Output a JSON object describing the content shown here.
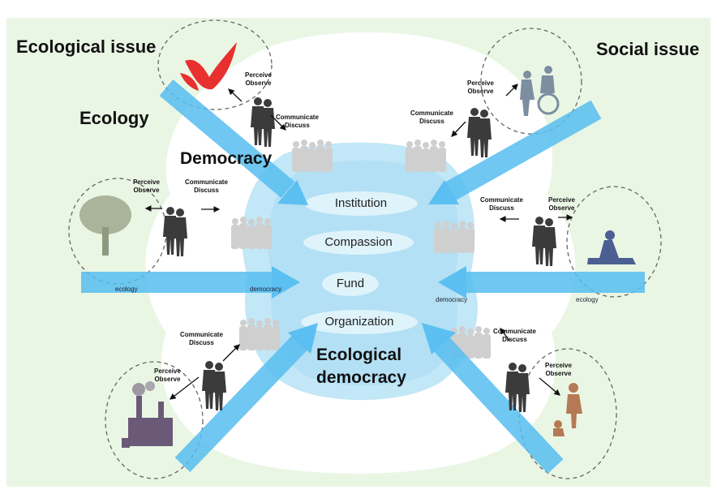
{
  "headings": {
    "ecological_issue": "Ecological issue",
    "social_issue": "Social issue",
    "ecology": "Ecology",
    "democracy": "Democracy",
    "ecological_democracy_line1": "Ecological",
    "ecological_democracy_line2": "democracy"
  },
  "tiers": [
    "Institution",
    "Compassion",
    "Fund",
    "Organization"
  ],
  "actions": {
    "perceive": "Perceive",
    "observe": "Observe",
    "communicate": "Communicate",
    "discuss": "Discuss"
  },
  "arrow_labels": {
    "left_ecology": "ecology",
    "left_democracy": "democracy",
    "right_democracy": "democracy",
    "right_ecology": "ecology"
  },
  "colors": {
    "background": "#eaf6e4",
    "center_blob": "#bfe6f7",
    "arrow": "#56bdf0",
    "silhouette": "#3b3b3b",
    "crowd": "#cfcfcf",
    "bird": "#e8302f",
    "tree": "#a9b49a",
    "factory": "#6a5a78",
    "elderly": "#7c8ea0",
    "injured": "#4c5f93",
    "child": "#b57a55"
  },
  "icons": [
    "bird-icon",
    "tree-icon",
    "factory-icon",
    "elderly-wheelchair-icon",
    "injured-person-icon",
    "child-icon",
    "person-silhouette-icon",
    "crowd-icon"
  ]
}
